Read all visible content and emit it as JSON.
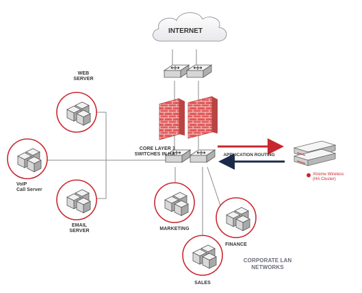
{
  "colors": {
    "accent_red": "#c8262e",
    "arrow_navy": "#1c2a4a",
    "line_gray": "#888888",
    "brick": "#d9534f"
  },
  "labels": {
    "internet": "INTERNET",
    "web_server": [
      "WEB",
      "SERVER"
    ],
    "voip_server": [
      "VoIP",
      "Call Server"
    ],
    "email_server": [
      "EMAIL",
      "SERVER"
    ],
    "core_switches": [
      "CORE LAYER 3",
      "SWITCHES IN HA"
    ],
    "application_routing": "APPLICATION ROUTING",
    "appliance": [
      "Xtreme Wireless",
      "(HA Cluster)"
    ],
    "marketing": "MARKETING",
    "finance": "FINANCE",
    "sales": "SALES",
    "corporate_lan": [
      "CORPORATE LAN",
      "NETWORKS"
    ]
  },
  "icons": {
    "cloud": "internet-cloud-icon",
    "router": "router-icon",
    "firewall": "firewall-brick-icon",
    "switch": "switch-icon",
    "server_group": "server-cubes-icon",
    "appliance": "appliance-box-icon"
  }
}
